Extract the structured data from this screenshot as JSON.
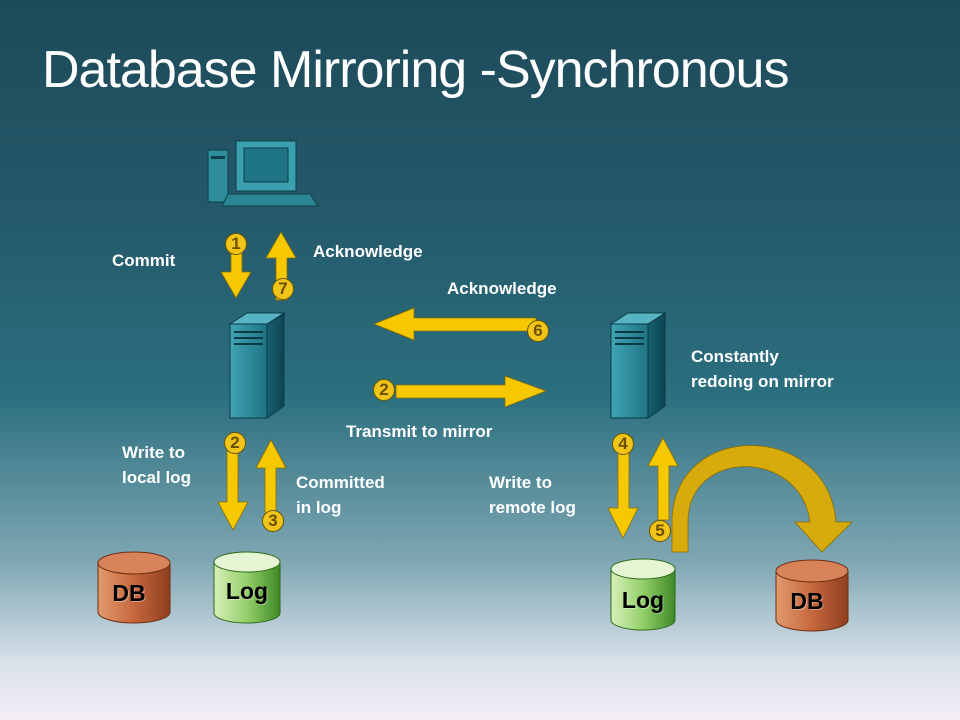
{
  "title": "Database Mirroring -Synchronous",
  "labels": {
    "commit": "Commit",
    "acknowledge_client": "Acknowledge",
    "acknowledge_mirror": "Acknowledge",
    "constantly_line1": "Constantly",
    "constantly_line2": "redoing on mirror",
    "transmit": "Transmit to mirror",
    "write_local_line1": "Write to",
    "write_local_line2": "local log",
    "committed_line1": "Committed",
    "committed_line2": "in log",
    "write_remote_line1": "Write to",
    "write_remote_line2": "remote log"
  },
  "steps": {
    "s1": "1",
    "s7": "7",
    "s6": "6",
    "s2a": "2",
    "s2b": "2",
    "s3": "3",
    "s4": "4",
    "s5": "5"
  },
  "storage": {
    "db_left": "DB",
    "log_left": "Log",
    "log_right": "Log",
    "db_right": "DB"
  },
  "colors": {
    "arrow": "#f6c800",
    "db": "#c4603a",
    "log": "#7cb85a",
    "server": "#2a8b9a"
  }
}
